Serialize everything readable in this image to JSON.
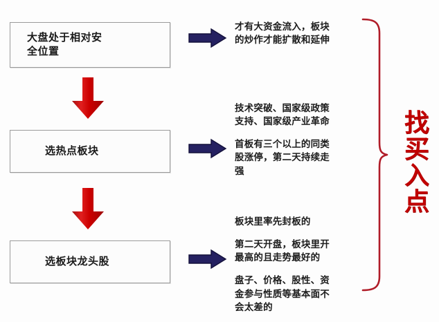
{
  "diagram": {
    "title_vertical": "找买入点",
    "colors": {
      "box_border": "#9a9a9a",
      "down_arrow": "#cc0000",
      "right_arrow": "#252161",
      "brace": "#b01c28",
      "vertical_title": "#c00000",
      "text": "#1c1c1c",
      "background": "#fdfdfd"
    },
    "steps": [
      {
        "id": "step-1",
        "box_label": "大盘处于相对安\n全位置",
        "notes": [
          "才有大资金流入，板块\n的炒作才能扩散和延伸"
        ]
      },
      {
        "id": "step-2",
        "box_label": "选热点板块",
        "notes": [
          "技术突破、国家级政策\n支持、国家级产业革命",
          "首板有三个以上的同类\n股涨停，第二天持续走\n强"
        ]
      },
      {
        "id": "step-3",
        "box_label": "选板块龙头股",
        "notes": [
          "板块里率先封板的",
          "第二天开盘，板块里开\n最高的且走势最好的",
          "盘子、价格、股性、资\n金参与性质等基本面不\n会太差的"
        ]
      }
    ],
    "connectors": {
      "down_arrow_icon": "arrow-down-icon",
      "right_arrow_icon": "arrow-right-icon",
      "brace_icon": "curly-brace-icon"
    }
  }
}
